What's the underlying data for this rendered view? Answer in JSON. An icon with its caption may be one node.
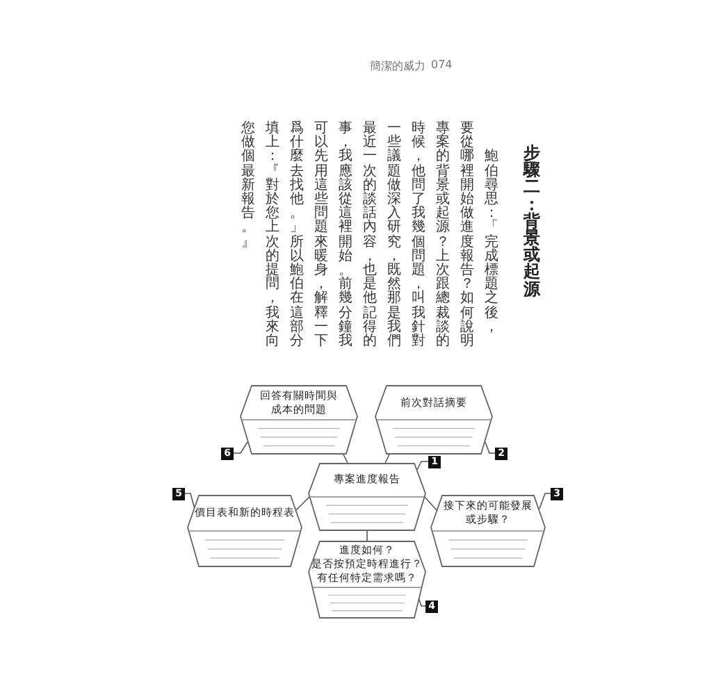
{
  "diagram": {
    "title": "步驟二：背景或起源",
    "nodes": [
      {
        "text": [
          "回答有關時間與成本的問題"
        ]
      },
      {
        "text": [
          "前次對話摘要"
        ]
      },
      {
        "text": [
          "專案進度報告"
        ]
      },
      {
        "text": [
          "價目表和新的時程表"
        ]
      },
      {
        "text": [
          "接下來的可能發展或步驟？"
        ]
      },
      {
        "text": [
          "進度如何？",
          "是否按預定時程進行？",
          "有任何特定需求嗎？"
        ]
      },
      {
        "text": [
          "6"
        ]
      },
      {
        "text": [
          "2"
        ]
      },
      {
        "text": [
          "1"
        ]
      },
      {
        "text": [
          "5"
        ]
      },
      {
        "text": [
          "3"
        ]
      },
      {
        "text": [
          "4"
        ]
      }
    ],
    "edges": [
      {
        "from": 2,
        "to": 0,
        "arrow": "none"
      },
      {
        "from": 2,
        "to": 1,
        "arrow": "none"
      },
      {
        "from": 2,
        "to": 3,
        "arrow": "none"
      },
      {
        "from": 2,
        "to": 4,
        "arrow": "none"
      },
      {
        "from": 2,
        "to": 5,
        "arrow": "none"
      },
      {
        "from": 6,
        "to": 0,
        "arrow": "none"
      },
      {
        "from": 7,
        "to": 1,
        "arrow": "none"
      },
      {
        "from": 8,
        "to": 2,
        "arrow": "none"
      },
      {
        "from": 9,
        "to": 3,
        "arrow": "none"
      },
      {
        "from": 10,
        "to": 4,
        "arrow": "none"
      },
      {
        "from": 11,
        "to": 5,
        "arrow": "none"
      }
    ],
    "labels": [
      "簡潔的威力",
      "074",
      "鮑伯尋思：「完成標題之後，要從哪裡開始做進度報告？如何說明專案的背景或起源？上次跟總裁談的時候，他問了我幾個問題，叫我針對一些議題做深入研究，既然那是我們最近一次的談話內容，也是他記得的事，我應該從這裡開始。前幾分鐘我可以先用這些問題來暖身，解釋一下爲什麼去找他。」所以鮑伯在這部分填上：『對於您上次的提問，我來向您做個最新報告。』"
    ]
  }
}
